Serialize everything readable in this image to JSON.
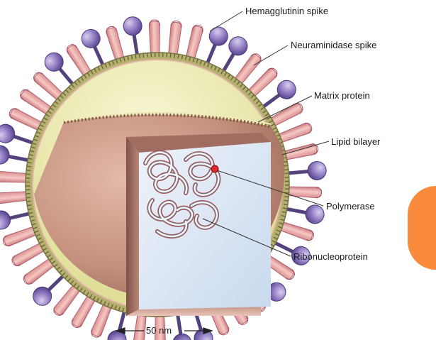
{
  "labels": {
    "hemagglutinin": "Hemagglutinin spike",
    "neuraminidase": "Neuraminidase spike",
    "matrix": "Matrix protein",
    "lipid": "Lipid bilayer",
    "polymerase": "Polymerase",
    "rnp": "Ribonucleoprotein"
  },
  "scale_bar": {
    "text": "50 nm"
  },
  "colors": {
    "spike": "#efa9a4",
    "spike_edge": "#b3606a",
    "neuraminidase_ball": "#8f7cc2",
    "neuraminidase_stalk": "#54427d",
    "envelope_yellow": "#ecebac",
    "lipid_band": "#b6b06e",
    "cut_surface": "#cf9a87",
    "interior": "#d6e3f3",
    "polymerase": "#e0282c",
    "accent_tab": "#fb8b3c"
  }
}
